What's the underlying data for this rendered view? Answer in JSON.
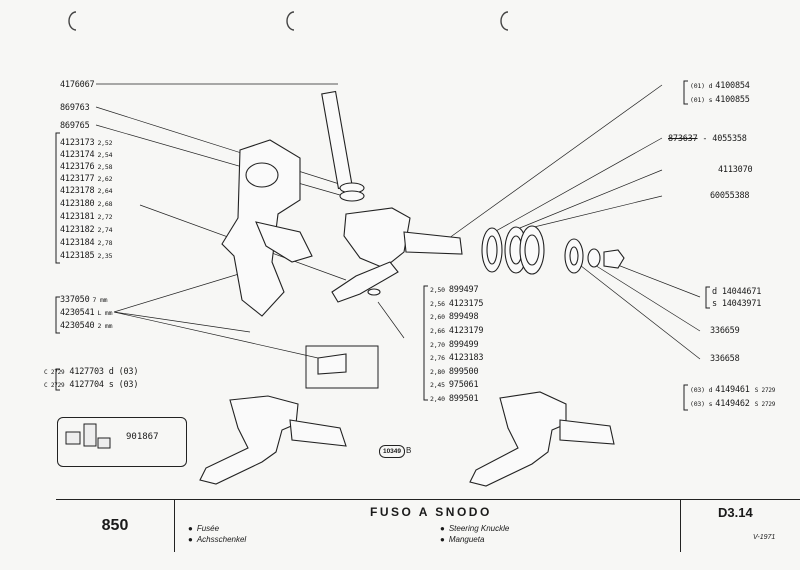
{
  "left_parts": [
    {
      "pn": "4176067"
    },
    {
      "pn": "869763"
    },
    {
      "pn": "869765"
    },
    {
      "pn": "4123173",
      "size": "2,52"
    },
    {
      "pn": "4123174",
      "size": "2,54"
    },
    {
      "pn": "4123176",
      "size": "2,58"
    },
    {
      "pn": "4123177",
      "size": "2,62"
    },
    {
      "pn": "4123178",
      "size": "2,64"
    },
    {
      "pn": "4123180",
      "size": "2,68"
    },
    {
      "pn": "4123181",
      "size": "2,72"
    },
    {
      "pn": "4123182",
      "size": "2,74"
    },
    {
      "pn": "4123184",
      "size": "2,78"
    },
    {
      "pn": "4123185",
      "size": "2,35"
    }
  ],
  "pin_parts": [
    {
      "pn": "337050",
      "size": "7 mm"
    },
    {
      "pn": "4230541",
      "size": "L mm"
    },
    {
      "pn": "4230540",
      "size": "2 mm"
    }
  ],
  "knuckle_parts": [
    {
      "prefix": "C 2729",
      "pn": "4127703 d",
      "code": "(03)"
    },
    {
      "prefix": "C 2729",
      "pn": "4127704 s",
      "code": "(03)"
    }
  ],
  "kit": {
    "pn": "901867"
  },
  "shims": [
    {
      "size": "2,50",
      "pn": "899497"
    },
    {
      "size": "2,56",
      "pn": "4123175"
    },
    {
      "size": "2,60",
      "pn": "899498"
    },
    {
      "size": "2,66",
      "pn": "4123179"
    },
    {
      "size": "2,70",
      "pn": "899499"
    },
    {
      "size": "2,76",
      "pn": "4123183"
    },
    {
      "size": "2,80",
      "pn": "899500"
    },
    {
      "size": "2,45",
      "pn": "975061"
    },
    {
      "size": "2,40",
      "pn": "899501"
    }
  ],
  "right_parts": {
    "seal_d": {
      "code": "(01) d",
      "pn": "4100854"
    },
    "seal_s": {
      "code": "(01) s",
      "pn": "4100855"
    },
    "bearing_old": "873637",
    "bearing_new": "4055358",
    "bearing2": "4113070",
    "bearing3": "60055388",
    "nut_d": {
      "side": "d",
      "pn": "14044671"
    },
    "nut_s": {
      "side": "s",
      "pn": "14043971"
    },
    "washer": "336659",
    "cap": "336658",
    "assy_d": {
      "code": "(03) d",
      "pn": "4149461",
      "suffix": "S 2729"
    },
    "assy_s": {
      "code": "(03) s",
      "pn": "4149462",
      "suffix": "S 2729"
    }
  },
  "ref_badge": {
    "number": "10349",
    "suffix": "B"
  },
  "footer": {
    "model": "850",
    "title": "FUSO A SNODO",
    "lang_fr": "Fusée",
    "lang_de": "Achsschenkel",
    "lang_en": "Steering Knuckle",
    "lang_es": "Mangueta",
    "page_code": "D3.14",
    "date": "V-1971"
  }
}
